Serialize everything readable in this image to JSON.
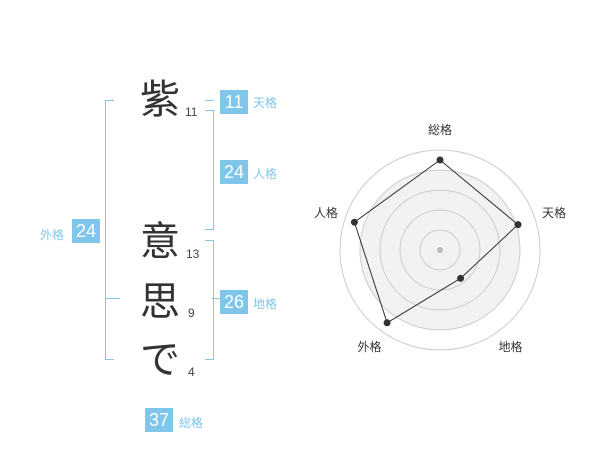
{
  "name": {
    "characters": [
      {
        "char": "紫",
        "strokes": "11"
      },
      {
        "char": "意",
        "strokes": "13"
      },
      {
        "char": "思",
        "strokes": "9"
      },
      {
        "char": "で",
        "strokes": "4"
      }
    ]
  },
  "fortunes": {
    "tenkaku": {
      "value": "11",
      "label": "天格"
    },
    "jinkaku": {
      "value": "24",
      "label": "人格"
    },
    "chikaku": {
      "value": "26",
      "label": "地格"
    },
    "gaikaku": {
      "value": "24",
      "label": "外格"
    },
    "soukaku": {
      "value": "37",
      "label": "総格"
    }
  },
  "colors": {
    "accent": "#7fc6ea",
    "text": "#333333",
    "radar_fill": "#f2f2f2"
  },
  "chart_data": {
    "type": "radar",
    "axes": [
      "総格",
      "天格",
      "地格",
      "外格",
      "人格"
    ],
    "values": [
      0.9,
      0.82,
      0.35,
      0.9,
      0.9
    ],
    "max": 1,
    "rings": 5
  }
}
